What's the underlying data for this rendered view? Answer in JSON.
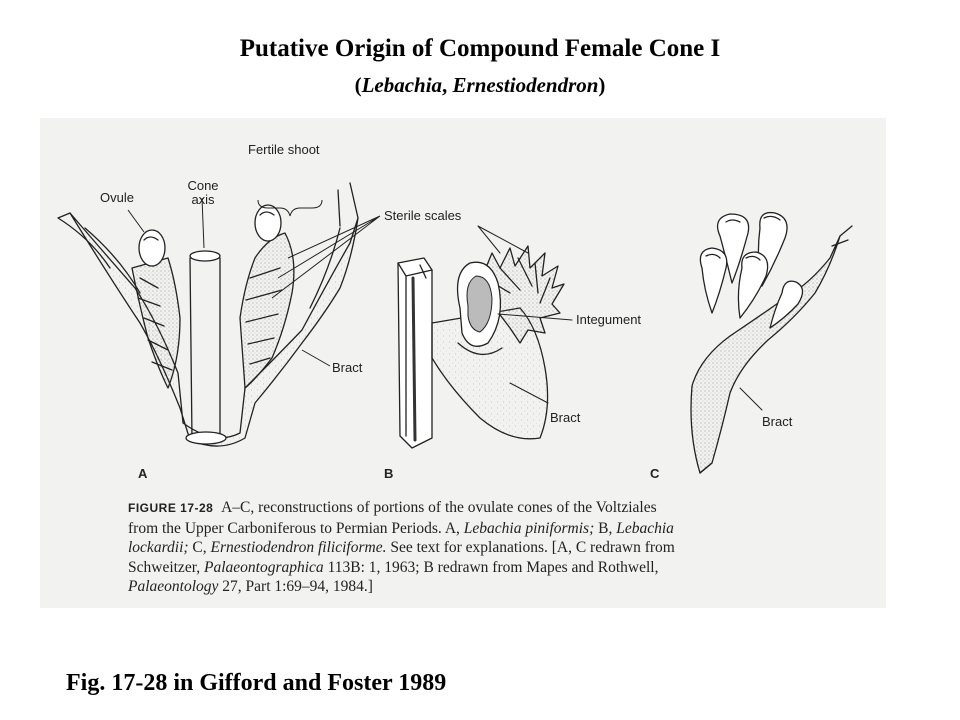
{
  "slide": {
    "title": "Putative Origin of Compound Female Cone I",
    "subtitle_open": "(",
    "subtitle_name_1": "Lebachia",
    "subtitle_sep": ", ",
    "subtitle_name_2": "Ernestiodendron",
    "subtitle_close": ")",
    "footer": "Fig. 17-28 in Gifford and Foster 1989"
  },
  "figure": {
    "labels": {
      "fertile_shoot": "Fertile shoot",
      "ovule": "Ovule",
      "cone_axis_1": "Cone",
      "cone_axis_2": "axis",
      "sterile_scales": "Sterile scales",
      "integument": "Integument",
      "bract_a": "Bract",
      "bract_b": "Bract",
      "bract_c": "Bract"
    },
    "panels": [
      "A",
      "B",
      "C"
    ],
    "caption": {
      "figure_number": "FIGURE 17-28",
      "line1_a": "A–C, reconstructions of portions of the ovulate cones of the Voltziales",
      "line2_a": "from the Upper Carboniferous to Permian Periods. A, ",
      "line2_b": "Lebachia piniformis;",
      "line2_c": " B, ",
      "line2_d": "Lebachia",
      "line3_a": "lockardii;",
      "line3_b": " C, ",
      "line3_c": "Ernestiodendron filiciforme.",
      "line3_d": " See text for explanations. [A, C redrawn from",
      "line4_a": "Schweitzer, ",
      "line4_b": "Palaeontographica",
      "line4_c": " 113B: 1, 1963; B redrawn from Mapes and Rothwell,",
      "line5_a": "Palaeontology",
      "line5_b": " 27, Part 1:69–94, 1984.]"
    }
  }
}
